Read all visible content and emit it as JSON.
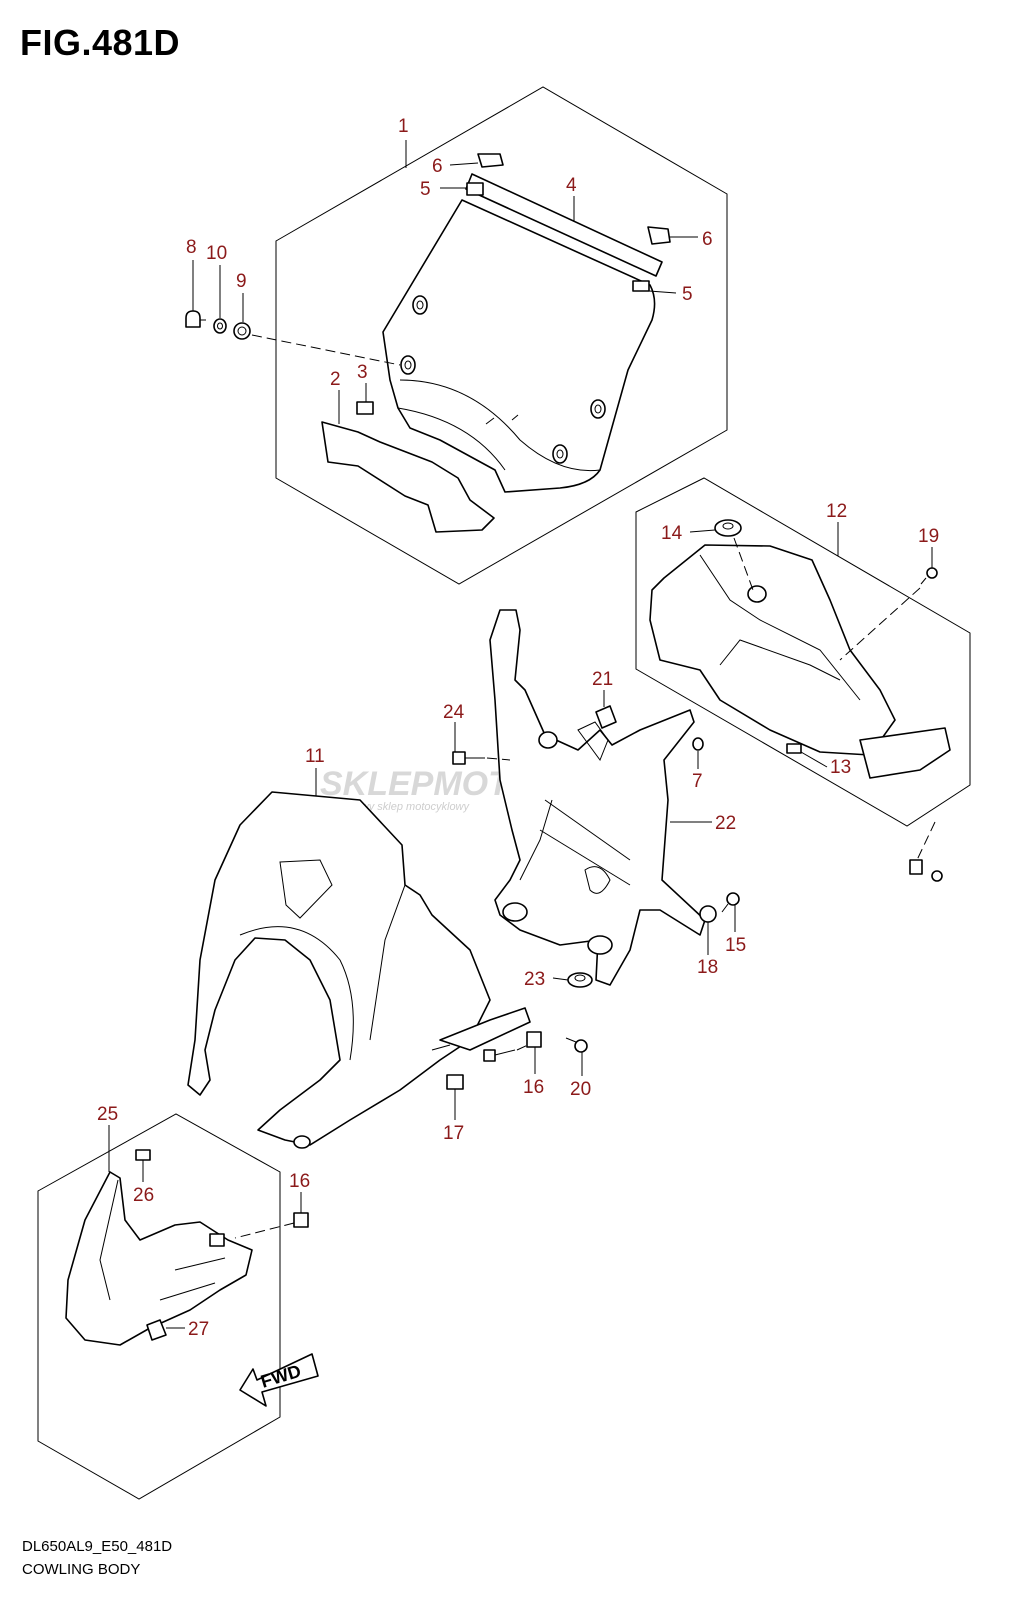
{
  "figure": {
    "title": "FIG.481D",
    "model_code": "DL650AL9_E50_481D",
    "name": "COWLING BODY",
    "fwd_label": "FWD"
  },
  "watermark": {
    "text": "SKLEPMOTO45.PL",
    "subtext": "internetowy sklep motocyklowy"
  },
  "callouts": [
    {
      "id": "1",
      "label": "1"
    },
    {
      "id": "2",
      "label": "2"
    },
    {
      "id": "3",
      "label": "3"
    },
    {
      "id": "4",
      "label": "4"
    },
    {
      "id": "5a",
      "label": "5"
    },
    {
      "id": "5b",
      "label": "5"
    },
    {
      "id": "6a",
      "label": "6"
    },
    {
      "id": "6b",
      "label": "6"
    },
    {
      "id": "7",
      "label": "7"
    },
    {
      "id": "8",
      "label": "8"
    },
    {
      "id": "9",
      "label": "9"
    },
    {
      "id": "10",
      "label": "10"
    },
    {
      "id": "11",
      "label": "11"
    },
    {
      "id": "12",
      "label": "12"
    },
    {
      "id": "13",
      "label": "13"
    },
    {
      "id": "14",
      "label": "14"
    },
    {
      "id": "15",
      "label": "15"
    },
    {
      "id": "16a",
      "label": "16"
    },
    {
      "id": "16b",
      "label": "16"
    },
    {
      "id": "17",
      "label": "17"
    },
    {
      "id": "18",
      "label": "18"
    },
    {
      "id": "19",
      "label": "19"
    },
    {
      "id": "20",
      "label": "20"
    },
    {
      "id": "21",
      "label": "21"
    },
    {
      "id": "22",
      "label": "22"
    },
    {
      "id": "23",
      "label": "23"
    },
    {
      "id": "24",
      "label": "24"
    },
    {
      "id": "25",
      "label": "25"
    },
    {
      "id": "26",
      "label": "26"
    },
    {
      "id": "27",
      "label": "27"
    }
  ]
}
